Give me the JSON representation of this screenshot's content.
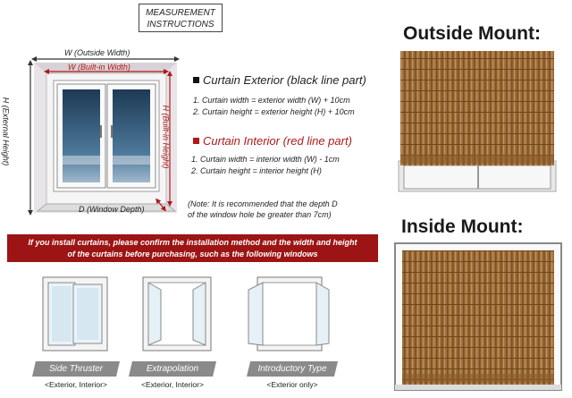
{
  "title": {
    "line1": "MEASUREMENT",
    "line2": "INSTRUCTIONS"
  },
  "diagram": {
    "w_outside": "W (Outside Width)",
    "w_builtin": "W (Built-in Width)",
    "h_external": "H (External Height)",
    "h_builtin": "H (Built-in Height)",
    "depth": "D (Window Depth)"
  },
  "exterior": {
    "heading": "Curtain Exterior (black line part)",
    "line1": "1. Curtain width = exterior width (W) + 10cm",
    "line2": "2. Curtain height = exterior height (H) + 10cm"
  },
  "interior": {
    "heading": "Curtain Interior (red line part)",
    "line1": "1.   Curtain width = interior width (W) - 1cm",
    "line2": "2.   Curtain height = interior height (H)"
  },
  "note": {
    "line1": "(Note: It is recommended that the depth D",
    "line2": "of the window hole be greater than 7cm)"
  },
  "banner": {
    "line1": "If you install curtains, please confirm the installation method and the width and height",
    "line2": "of the curtains before purchasing, such as the following windows"
  },
  "windows": [
    {
      "label": "Side Thruster",
      "sub": "<Exterior, Interior>"
    },
    {
      "label": "Extrapolation",
      "sub": "<Exterior, Interior>"
    },
    {
      "label": "Introductory Type",
      "sub": "<Exterior only>"
    }
  ],
  "mounts": {
    "outside": "Outside Mount:",
    "inside": "Inside Mount:"
  },
  "colors": {
    "accent_red": "#b01919",
    "banner_red": "#9c1414",
    "ribbon_gray": "#8a8a8a",
    "bamboo": "#a0703c"
  }
}
